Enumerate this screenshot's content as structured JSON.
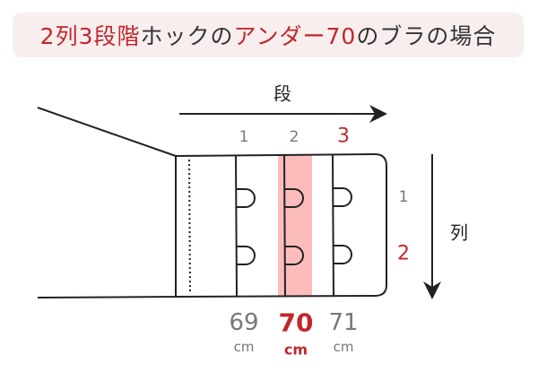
{
  "title": {
    "part1": "2列3段階",
    "part2": "ホックの",
    "part3": "アンダー70",
    "part4": "のブラの場合"
  },
  "axes": {
    "columns_label": "段",
    "rows_label": "列"
  },
  "column_numbers": [
    "1",
    "2",
    "3"
  ],
  "row_numbers": [
    "1",
    "2"
  ],
  "sizes": [
    {
      "value": "69",
      "unit": "cm"
    },
    {
      "value": "70",
      "unit": "cm"
    },
    {
      "value": "71",
      "unit": "cm"
    }
  ],
  "colors": {
    "accent": "#c1272d",
    "highlight": "#fcbcbc",
    "title_bg": "#f8eeee"
  }
}
